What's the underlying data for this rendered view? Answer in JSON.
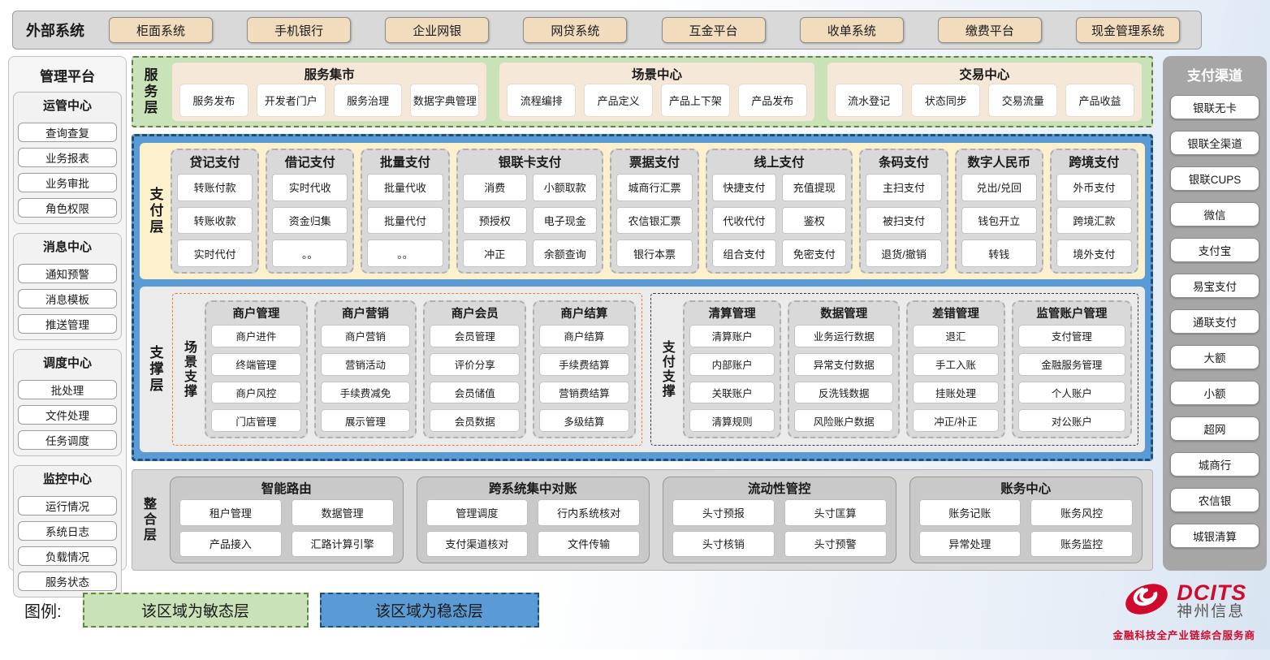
{
  "external_systems": {
    "label": "外部系统",
    "items": [
      "柜面系统",
      "手机银行",
      "企业网银",
      "网贷系统",
      "互金平台",
      "收单系统",
      "缴费平台",
      "现金管理系统"
    ]
  },
  "management_platform": {
    "title": "管理平台",
    "groups": [
      {
        "title": "运管中心",
        "items": [
          "查询查复",
          "业务报表",
          "业务审批",
          "角色权限"
        ]
      },
      {
        "title": "消息中心",
        "items": [
          "通知预警",
          "消息模板",
          "推送管理"
        ]
      },
      {
        "title": "调度中心",
        "items": [
          "批处理",
          "文件处理",
          "任务调度"
        ]
      },
      {
        "title": "监控中心",
        "items": [
          "运行情况",
          "系统日志",
          "负载情况",
          "服务状态"
        ]
      }
    ]
  },
  "service_layer": {
    "label": "服务层",
    "groups": [
      {
        "title": "服务集市",
        "items": [
          "服务发布",
          "开发者门户",
          "服务治理",
          "数据字典管理"
        ]
      },
      {
        "title": "场景中心",
        "items": [
          "流程编排",
          "产品定义",
          "产品上下架",
          "产品发布"
        ]
      },
      {
        "title": "交易中心",
        "items": [
          "流水登记",
          "状态同步",
          "交易流量",
          "产品收益"
        ]
      }
    ]
  },
  "payment_layer": {
    "label": "支付层",
    "columns": [
      {
        "title": "贷记支付",
        "items": [
          "转账付款",
          "转账收款",
          "实时代付"
        ]
      },
      {
        "title": "借记支付",
        "items": [
          "实时代收",
          "资金归集",
          "。。"
        ]
      },
      {
        "title": "批量支付",
        "items": [
          "批量代收",
          "批量代付",
          "。。"
        ]
      },
      {
        "title": "银联卡支付",
        "items": [
          "消费",
          "小额取款",
          "预授权",
          "电子现金",
          "冲正",
          "余额查询"
        ]
      },
      {
        "title": "票据支付",
        "items": [
          "城商行汇票",
          "农信银汇票",
          "银行本票"
        ]
      },
      {
        "title": "线上支付",
        "items": [
          "快捷支付",
          "充值提现",
          "代收代付",
          "鉴权",
          "组合支付",
          "免密支付"
        ]
      },
      {
        "title": "条码支付",
        "items": [
          "主扫支付",
          "被扫支付",
          "退货/撤销"
        ]
      },
      {
        "title": "数字人民币",
        "items": [
          "兑出/兑回",
          "钱包开立",
          "转钱"
        ]
      },
      {
        "title": "跨境支付",
        "items": [
          "外币支付",
          "跨境汇款",
          "境外支付"
        ]
      }
    ]
  },
  "support_layer": {
    "label": "支撑层",
    "sections": [
      {
        "label": "场景支撑",
        "columns": [
          {
            "title": "商户管理",
            "items": [
              "商户进件",
              "终端管理",
              "商户风控",
              "门店管理"
            ]
          },
          {
            "title": "商户营销",
            "items": [
              "商户营销",
              "营销活动",
              "手续费减免",
              "展示管理"
            ]
          },
          {
            "title": "商户会员",
            "items": [
              "会员管理",
              "评价分享",
              "会员储值",
              "会员数据"
            ]
          },
          {
            "title": "商户结算",
            "items": [
              "商户结算",
              "手续费结算",
              "营销费结算",
              "多级结算"
            ]
          }
        ]
      },
      {
        "label": "支付支撑",
        "columns": [
          {
            "title": "清算管理",
            "items": [
              "清算账户",
              "内部账户",
              "关联账户",
              "清算规则"
            ]
          },
          {
            "title": "数据管理",
            "items": [
              "业务运行数据",
              "异常支付数据",
              "反洗钱数据",
              "风险账户数据"
            ]
          },
          {
            "title": "差错管理",
            "items": [
              "退汇",
              "手工入账",
              "挂账处理",
              "冲正/补正"
            ]
          },
          {
            "title": "监管账户管理",
            "items": [
              "支付管理",
              "金融服务管理",
              "个人账户",
              "对公账户"
            ]
          }
        ]
      }
    ]
  },
  "integration_layer": {
    "label": "整合层",
    "groups": [
      {
        "title": "智能路由",
        "items": [
          "租户管理",
          "数据管理",
          "产品接入",
          "汇路计算引擎"
        ]
      },
      {
        "title": "跨系统集中对账",
        "items": [
          "管理调度",
          "行内系统核对",
          "支付渠道核对",
          "文件传输"
        ]
      },
      {
        "title": "流动性管控",
        "items": [
          "头寸预报",
          "头寸匡算",
          "头寸核销",
          "头寸预警"
        ]
      },
      {
        "title": "账务中心",
        "items": [
          "账务记账",
          "账务风控",
          "异常处理",
          "账务监控"
        ]
      }
    ]
  },
  "payment_channels": {
    "title": "支付渠道",
    "items": [
      "银联无卡",
      "银联全渠道",
      "银联CUPS",
      "微信",
      "支付宝",
      "易宝支付",
      "通联支付",
      "大额",
      "小额",
      "超网",
      "城商行",
      "农信银",
      "城银清算"
    ]
  },
  "legend": {
    "label": "图例:",
    "agile_label": "该区域为敏态层",
    "stable_label": "该区域为稳态层"
  },
  "logo": {
    "brand": "DCITS",
    "company": "神州信息",
    "tagline": "金融科技全产业链综合服务商"
  },
  "colors": {
    "agile_green": "#c9e2b8",
    "stable_blue": "#5b9bd5",
    "external_tan": "#f2dcbe",
    "service_peach": "#f6e8d9",
    "payment_cream": "#fdf0cd",
    "brand_red": "#cf0a2c"
  }
}
